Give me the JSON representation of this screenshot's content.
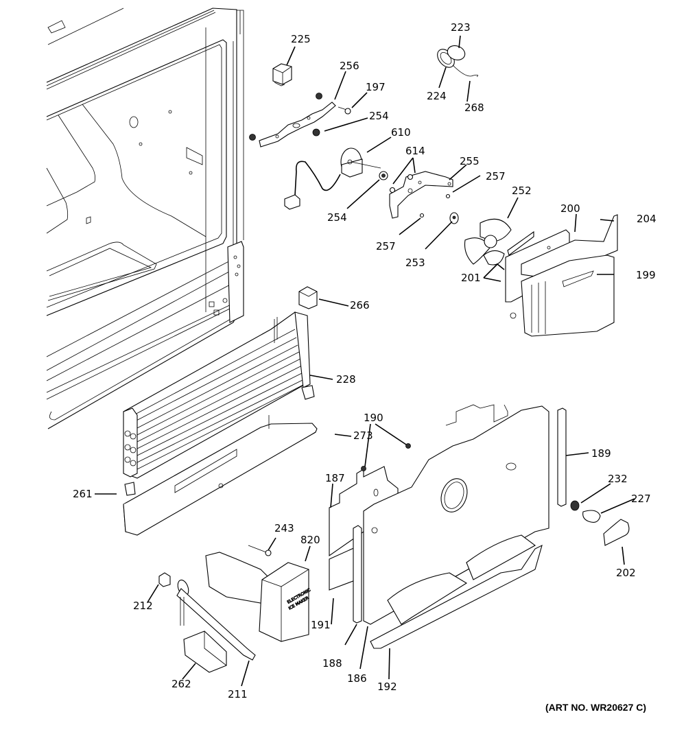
{
  "diagram": {
    "title": "Refrigerator freezer section exploded parts diagram",
    "art_number": "(ART NO. WR20627 C)",
    "callouts": [
      {
        "id": "c225",
        "label": "225"
      },
      {
        "id": "c256",
        "label": "256"
      },
      {
        "id": "c197",
        "label": "197"
      },
      {
        "id": "c254a",
        "label": "254"
      },
      {
        "id": "c610",
        "label": "610"
      },
      {
        "id": "c614",
        "label": "614"
      },
      {
        "id": "c255",
        "label": "255"
      },
      {
        "id": "c257a",
        "label": "257"
      },
      {
        "id": "c254b",
        "label": "254"
      },
      {
        "id": "c257b",
        "label": "257"
      },
      {
        "id": "c253",
        "label": "253"
      },
      {
        "id": "c252",
        "label": "252"
      },
      {
        "id": "c200",
        "label": "200"
      },
      {
        "id": "c204",
        "label": "204"
      },
      {
        "id": "c201",
        "label": "201"
      },
      {
        "id": "c199",
        "label": "199"
      },
      {
        "id": "c223",
        "label": "223"
      },
      {
        "id": "c224",
        "label": "224"
      },
      {
        "id": "c268",
        "label": "268"
      },
      {
        "id": "c266",
        "label": "266"
      },
      {
        "id": "c228",
        "label": "228"
      },
      {
        "id": "c273",
        "label": "273"
      },
      {
        "id": "c261",
        "label": "261"
      },
      {
        "id": "c190",
        "label": "190"
      },
      {
        "id": "c189",
        "label": "189"
      },
      {
        "id": "c187",
        "label": "187"
      },
      {
        "id": "c232",
        "label": "232"
      },
      {
        "id": "c227",
        "label": "227"
      },
      {
        "id": "c202",
        "label": "202"
      },
      {
        "id": "c243",
        "label": "243"
      },
      {
        "id": "c820",
        "label": "820"
      },
      {
        "id": "c212",
        "label": "212"
      },
      {
        "id": "c191",
        "label": "191"
      },
      {
        "id": "c188",
        "label": "188"
      },
      {
        "id": "c186",
        "label": "186"
      },
      {
        "id": "c192",
        "label": "192"
      },
      {
        "id": "c262",
        "label": "262"
      },
      {
        "id": "c211",
        "label": "211"
      }
    ],
    "icemaker_text_line1": "ELECTRONIC",
    "icemaker_text_line2": "ICE MAKER"
  }
}
